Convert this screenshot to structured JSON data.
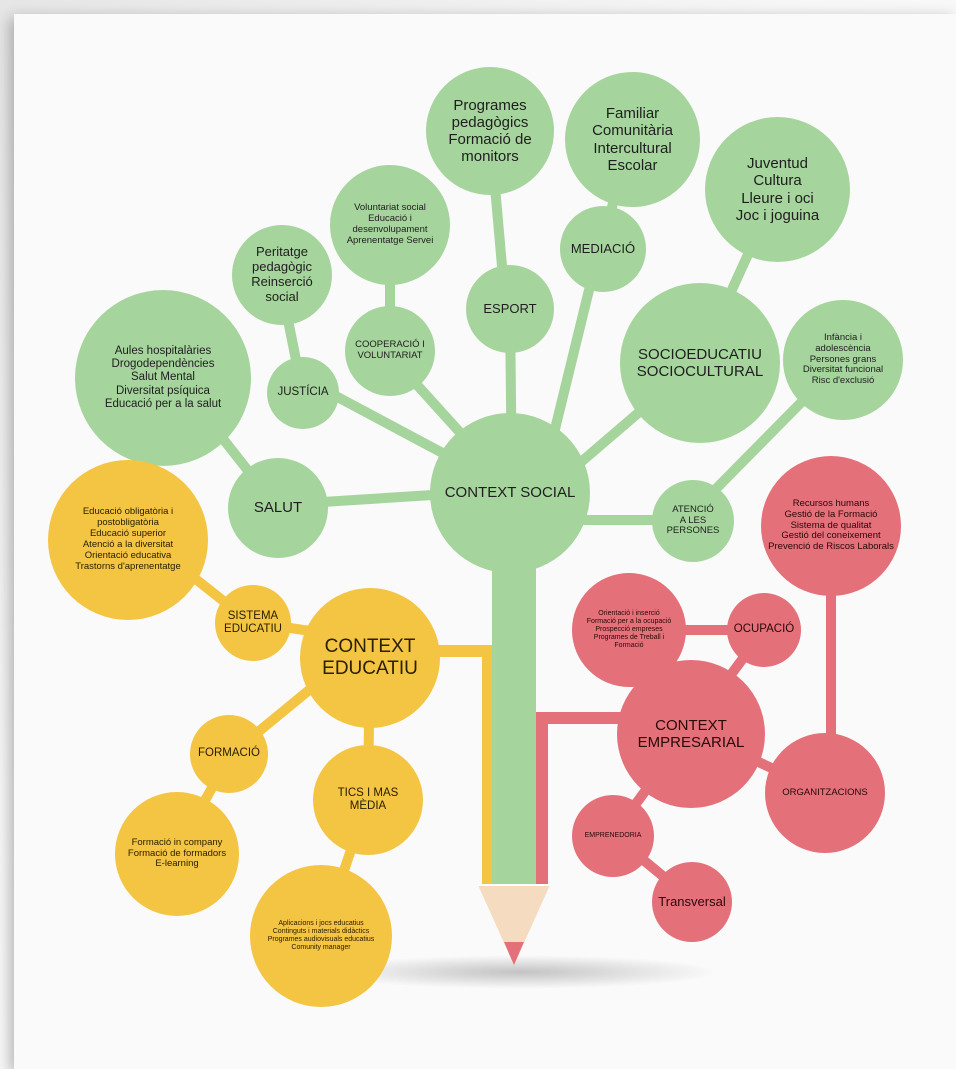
{
  "colors": {
    "social": "#a6d49d",
    "educatiu": "#f4c443",
    "empresarial": "#e4707a",
    "pencil_wood": "#f5dcc0",
    "pencil_tip": "#e4707a"
  },
  "social": {
    "main": "CONTEXT SOCIAL",
    "salut": "SALUT",
    "salut_topics": "Aules hospitalàries\nDrogodependències\nSalut Mental\nDiversitat psíquica\nEducació per a la salut",
    "justicia": "JUSTÍCIA",
    "justicia_topics": "Peritatge\npedagògic\nReinserció\nsocial",
    "cooperacio": "COOPERACIÓ I\nVOLUNTARIAT",
    "cooperacio_topics": "Voluntariat social\nEducació i\ndesenvolupament\nAprenentatge Servei",
    "esport": "ESPORT",
    "esport_topics": "Programes\npedagògics\nFormació de\nmonitors",
    "mediacio": "MEDIACIÓ",
    "mediacio_topics": "Familiar\nComunitària\nIntercultural\nEscolar",
    "socioeducatiu": "SOCIOEDUCATIU\nSOCIOCULTURAL",
    "socioeducatiu_topics": "Juventud\nCultura\nLleure i oci\nJoc i joguina",
    "atencio": "ATENCIÓ\nA LES\nPERSONES",
    "atencio_topics": "Infància i\nadolescència\nPersones grans\nDiversitat funcional\nRisc d'exclusió"
  },
  "educatiu": {
    "main": "CONTEXT\nEDUCATIU",
    "sistema": "SISTEMA\nEDUCATIU",
    "sistema_topics": "Educació obligatòria i\npostobligatòria\nEducació superior\nAtenció a la diversitat\nOrientació educativa\nTrastorns d'aprenentatge",
    "formacio": "FORMACIÓ",
    "formacio_topics": "Formació in company\nFormació de formadors\nE-learning",
    "tics": "TICS I MAS MÈDIA",
    "tics_topics": "Aplicacions i jocs educatius\nContinguts i materials didàctics\nProgrames audiovisuals educatius\nComunity manager"
  },
  "empresarial": {
    "main": "CONTEXT\nEMPRESARIAL",
    "ocupacio": "OCUPACIÓ",
    "ocupacio_topics": "Orientació i inserció\nFormació per a la ocupació\nProspecció empreses\nProgrames de Treball i\nFormació",
    "organitzacions": "ORGANITZACIONS",
    "organitzacions_topics": "Recursos humans\nGestió de la Formació\nSistema de qualitat\nGestió del coneixement\nPrevenció de Riscos Laborals",
    "emprenedoria": "EMPRENEDORIA",
    "transversal": "Transversal"
  }
}
